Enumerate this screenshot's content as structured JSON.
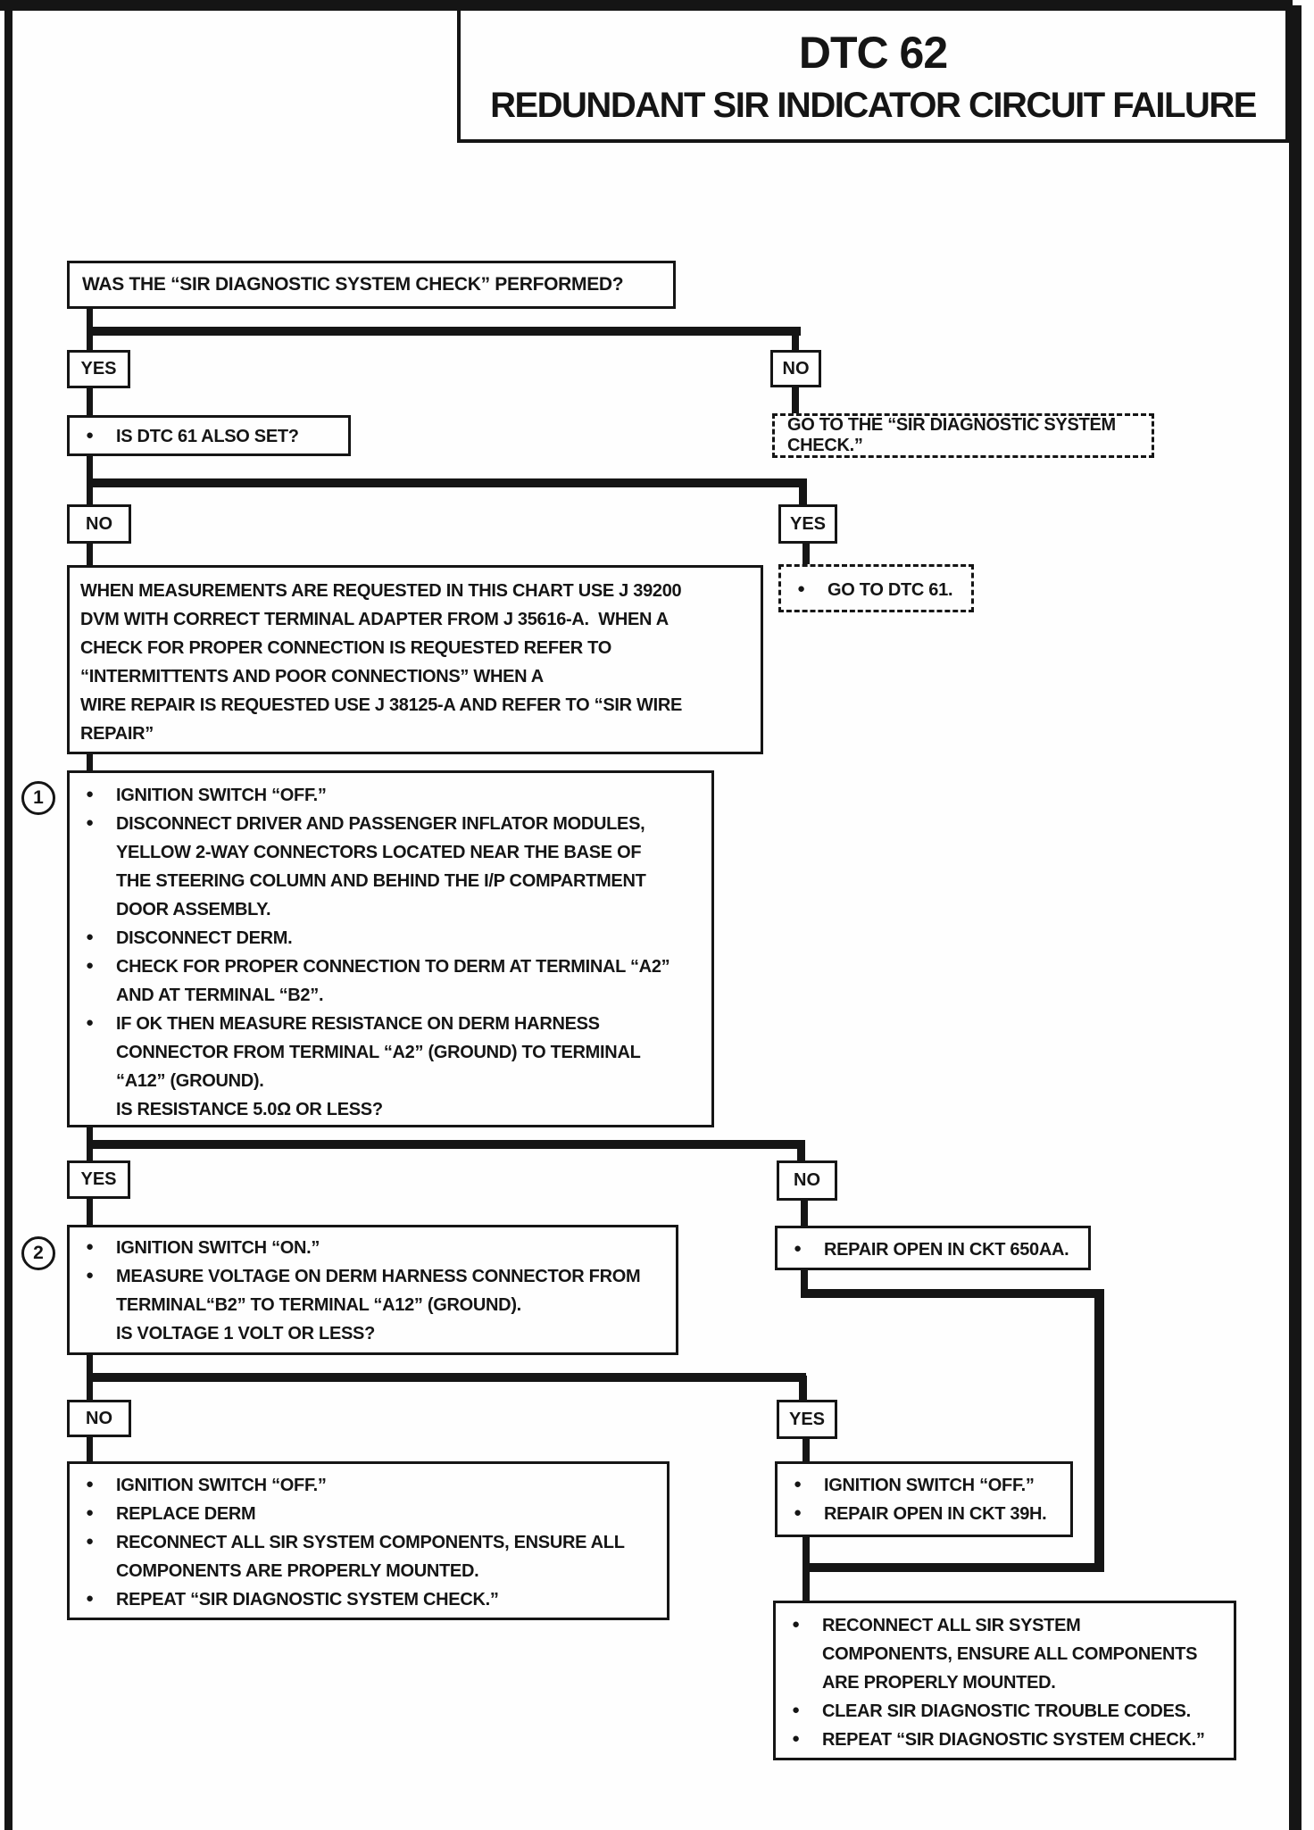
{
  "title": {
    "code": "DTC 62",
    "name": "REDUNDANT SIR INDICATOR CIRCUIT FAILURE"
  },
  "labels": {
    "yes": "YES",
    "no": "NO"
  },
  "badges": {
    "step1": "1",
    "step2": "2"
  },
  "boxes": {
    "q1": {
      "text": "WAS THE “SIR DIAGNOSTIC SYSTEM CHECK” PERFORMED?"
    },
    "dtc61q": {
      "lines": [
        {
          "b": true,
          "t": "IS DTC 61 ALSO SET?"
        }
      ]
    },
    "goto_check": {
      "text": "GO TO THE “SIR DIAGNOSTIC SYSTEM CHECK.”"
    },
    "goto_dtc61": {
      "lines": [
        {
          "b": true,
          "t": "GO TO DTC 61."
        }
      ]
    },
    "note": {
      "lines": [
        {
          "b": false,
          "t": "WHEN MEASUREMENTS ARE REQUESTED IN THIS CHART USE J 39200"
        },
        {
          "b": false,
          "t": "DVM WITH CORRECT TERMINAL ADAPTER FROM J 35616-A.  WHEN A"
        },
        {
          "b": false,
          "t": "CHECK FOR PROPER CONNECTION IS REQUESTED REFER TO"
        },
        {
          "b": false,
          "t": "“INTERMITTENTS AND POOR CONNECTIONS” WHEN A"
        },
        {
          "b": false,
          "t": "WIRE REPAIR IS REQUESTED USE J 38125-A AND REFER TO “SIR WIRE"
        },
        {
          "b": false,
          "t": "REPAIR”"
        }
      ]
    },
    "step1": {
      "lines": [
        {
          "b": true,
          "t": "IGNITION SWITCH “OFF.”"
        },
        {
          "b": true,
          "t": "DISCONNECT DRIVER AND PASSENGER INFLATOR MODULES,"
        },
        {
          "c": true,
          "t": "YELLOW 2-WAY CONNECTORS LOCATED NEAR THE BASE OF"
        },
        {
          "c": true,
          "t": "THE STEERING COLUMN AND BEHIND THE I/P COMPARTMENT"
        },
        {
          "c": true,
          "t": "DOOR ASSEMBLY."
        },
        {
          "b": true,
          "t": "DISCONNECT DERM."
        },
        {
          "b": true,
          "t": "CHECK FOR PROPER CONNECTION TO DERM AT TERMINAL “A2”"
        },
        {
          "c": true,
          "t": "AND AT TERMINAL “B2”."
        },
        {
          "b": true,
          "t": "IF OK THEN MEASURE RESISTANCE ON DERM HARNESS"
        },
        {
          "c": true,
          "t": "CONNECTOR FROM TERMINAL “A2” (GROUND) TO TERMINAL"
        },
        {
          "c": true,
          "t": "“A12” (GROUND)."
        },
        {
          "c": true,
          "t": "IS RESISTANCE 5.0Ω OR LESS?"
        }
      ]
    },
    "step2": {
      "lines": [
        {
          "b": true,
          "t": "IGNITION SWITCH “ON.”"
        },
        {
          "b": true,
          "t": "MEASURE VOLTAGE ON DERM HARNESS CONNECTOR FROM"
        },
        {
          "c": true,
          "t": "TERMINAL“B2” TO TERMINAL “A12” (GROUND)."
        },
        {
          "c": true,
          "t": "IS VOLTAGE 1 VOLT OR LESS?"
        }
      ]
    },
    "repair650": {
      "lines": [
        {
          "b": true,
          "t": "REPAIR OPEN IN CKT 650AA."
        }
      ]
    },
    "replace_derm": {
      "lines": [
        {
          "b": true,
          "t": "IGNITION SWITCH “OFF.”"
        },
        {
          "b": true,
          "t": "REPLACE DERM"
        },
        {
          "b": true,
          "t": "RECONNECT ALL SIR SYSTEM COMPONENTS, ENSURE ALL"
        },
        {
          "c": true,
          "t": "COMPONENTS ARE PROPERLY MOUNTED."
        },
        {
          "b": true,
          "t": "REPEAT “SIR DIAGNOSTIC SYSTEM CHECK.”"
        }
      ]
    },
    "repair39h": {
      "lines": [
        {
          "b": true,
          "t": "IGNITION SWITCH “OFF.”"
        },
        {
          "b": true,
          "t": "REPAIR OPEN IN CKT 39H."
        }
      ]
    },
    "final": {
      "lines": [
        {
          "b": true,
          "t": "RECONNECT ALL SIR SYSTEM"
        },
        {
          "c": true,
          "t": "COMPONENTS, ENSURE ALL COMPONENTS"
        },
        {
          "c": true,
          "t": "ARE PROPERLY MOUNTED."
        },
        {
          "b": true,
          "t": "CLEAR SIR DIAGNOSTIC TROUBLE CODES."
        },
        {
          "b": true,
          "t": "REPEAT “SIR DIAGNOSTIC SYSTEM CHECK.”"
        }
      ]
    }
  }
}
